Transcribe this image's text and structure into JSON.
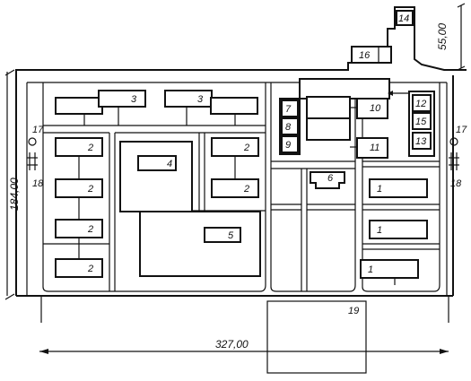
{
  "dimensions": {
    "width_label": "327,00",
    "height_label": "184,00",
    "side_label": "55,00"
  },
  "labels": {
    "b1": "1",
    "b2": "2",
    "b3": "3",
    "b4": "4",
    "b5": "5",
    "b6": "6",
    "b7": "7",
    "b8": "8",
    "b9": "9",
    "b10": "10",
    "b11": "11",
    "b12": "12",
    "b13": "13",
    "b14": "14",
    "b15": "15",
    "b16": "16",
    "b17": "17",
    "b18": "18",
    "b19": "19"
  }
}
